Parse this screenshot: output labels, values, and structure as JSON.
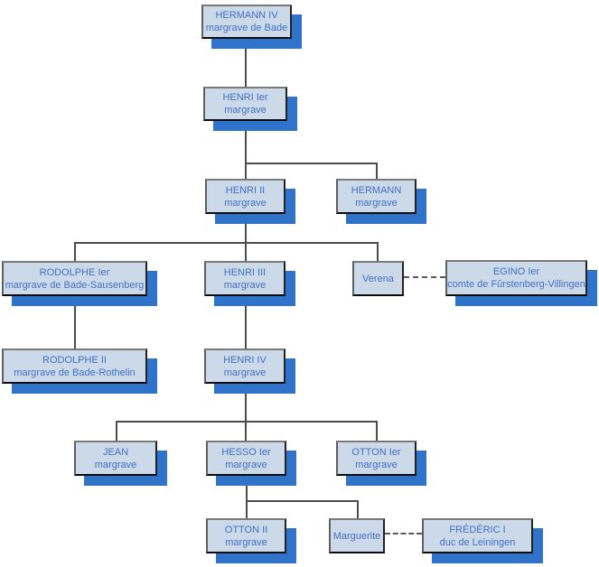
{
  "diagram": {
    "kind": "family-tree",
    "colors": {
      "box_fill": "#ccd9e8",
      "box_border": "#2b2b2b",
      "drop_shadow_blue": "#2f73cb",
      "text_blue": "#4271c6",
      "connector_gray": "#4c4c4c"
    }
  },
  "nodes": [
    {
      "id": "hermann-iv",
      "name": "HERMANN IV",
      "title": "margrave de Bade",
      "shadowed": true
    },
    {
      "id": "henri-ier",
      "name": "HENRI Ier",
      "title": "margrave",
      "shadowed": true
    },
    {
      "id": "henri-ii",
      "name": "HENRI II",
      "title": "margrave",
      "shadowed": true
    },
    {
      "id": "hermann",
      "name": "HERMANN",
      "title": "margrave",
      "shadowed": true
    },
    {
      "id": "rodolphe-ier",
      "name": "RODOLPHE Ier",
      "title": "margrave de Bade-Sausenberg",
      "shadowed": true
    },
    {
      "id": "henri-iii",
      "name": "HENRI III",
      "title": "margrave",
      "shadowed": true
    },
    {
      "id": "verena",
      "name": "Verena",
      "title": "",
      "shadowed": false
    },
    {
      "id": "egino-ier",
      "name": "EGINO Ier",
      "title": "comte de Fûrstenberg-Villingen",
      "shadowed": true
    },
    {
      "id": "rodolphe-ii",
      "name": "RODOLPHE II",
      "title": "margrave de Bade-Rothelin",
      "shadowed": true
    },
    {
      "id": "henri-iv",
      "name": "HENRI IV",
      "title": "margrave",
      "shadowed": true
    },
    {
      "id": "jean",
      "name": "JEAN",
      "title": "margrave",
      "shadowed": true
    },
    {
      "id": "hesso-ier",
      "name": "HESSO Ier",
      "title": "margrave",
      "shadowed": true
    },
    {
      "id": "otton-ier",
      "name": "OTTON Ier",
      "title": "margrave",
      "shadowed": true
    },
    {
      "id": "otton-ii",
      "name": "OTTON II",
      "title": "margrave",
      "shadowed": true
    },
    {
      "id": "marguerite",
      "name": "Marguerite",
      "title": "",
      "shadowed": false
    },
    {
      "id": "frederic-i",
      "name": "FRÉDÉRIC I",
      "title": "duc de Leiningen",
      "shadowed": true
    }
  ],
  "edges": {
    "parent_child": [
      [
        "hermann-iv",
        "henri-ier"
      ],
      [
        "henri-ier",
        "henri-ii"
      ],
      [
        "henri-ier",
        "hermann"
      ],
      [
        "henri-ii",
        "rodolphe-ier"
      ],
      [
        "henri-ii",
        "henri-iii"
      ],
      [
        "henri-ii",
        "verena"
      ],
      [
        "rodolphe-ier",
        "rodolphe-ii"
      ],
      [
        "henri-iii",
        "henri-iv"
      ],
      [
        "henri-iv",
        "jean"
      ],
      [
        "henri-iv",
        "hesso-ier"
      ],
      [
        "henri-iv",
        "otton-ier"
      ],
      [
        "hesso-ier",
        "otton-ii"
      ],
      [
        "hesso-ier",
        "marguerite"
      ]
    ],
    "marriage": [
      [
        "verena",
        "egino-ier"
      ],
      [
        "marguerite",
        "frederic-i"
      ]
    ]
  }
}
